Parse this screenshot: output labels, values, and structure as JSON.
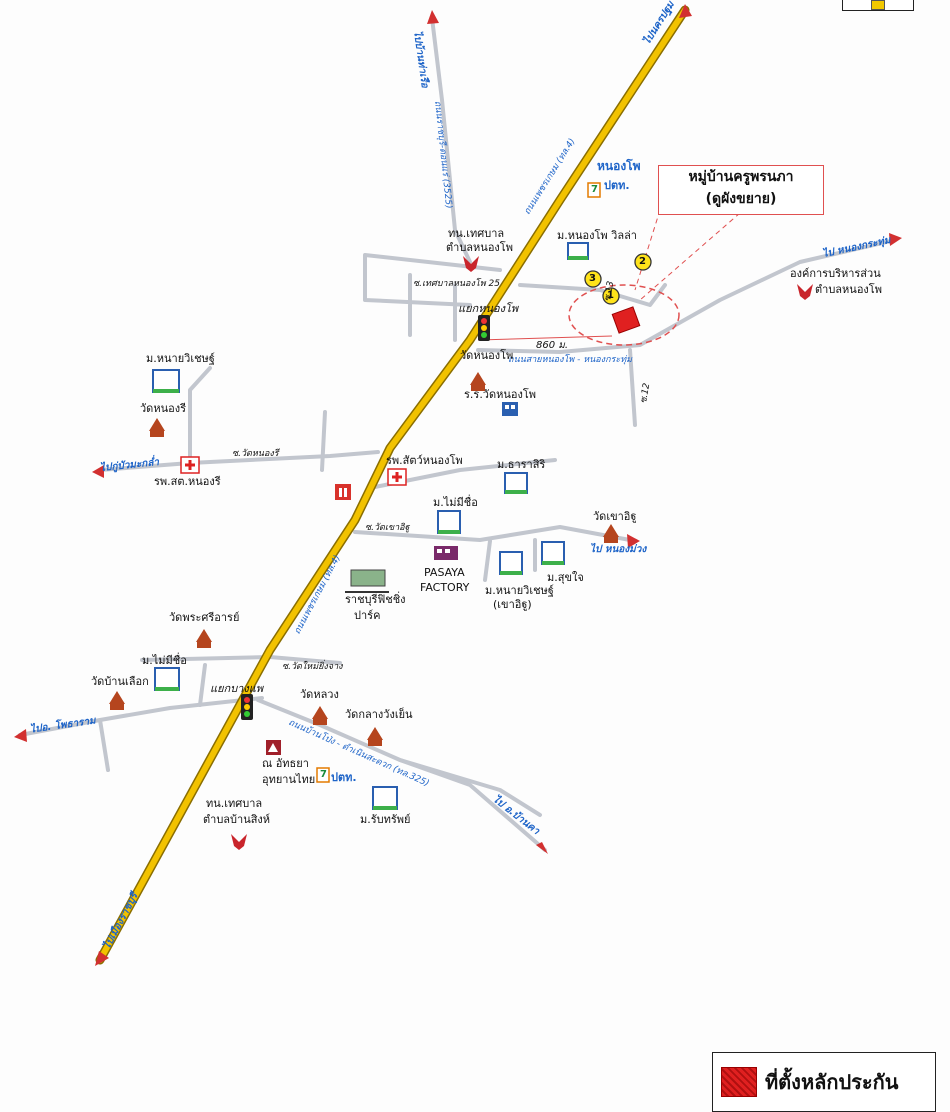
{
  "title": {
    "line1": "หมู่บ้านครูพรนภา",
    "line2": "(ดูผังขยาย)"
  },
  "legend": {
    "label": "ที่ตั้งหลักประกัน"
  },
  "colors": {
    "highway": "#f2c200",
    "road": "#bfc3cc",
    "direction_text": "#1e64c8",
    "site": "#e02020",
    "callout_border": "#e05050"
  },
  "directions": {
    "nakhon_pathom": "ไปนครปฐม",
    "ban_tha_ruea": "ไปบ้านท่าเรือ",
    "nong_krathum": "ไป หนองกระทุ่ม",
    "ku_bua_tha_kham": "ไปกู่บัวมะกล่ำ",
    "nong_muang": "ไป หนองม่วง",
    "photharam": "ไปอ. โพธาราม",
    "ban_kha": "ไป อ.บ้านคา",
    "ratchaburi": "ไปเมืองราชบุรี"
  },
  "road_names": {
    "phetkasem_upper": "ถนนเพชรเกษม (ทล.4)",
    "phetkasem_lower": "ถนนเพชรเกษม (ทล.4)",
    "road_3525": "ถนนราชบุรี-ดอนแร่ (3525)",
    "nong_pho_nong_krathum": "ถนนสายหนองโพ - หนองกระทุ่ม",
    "ban_pong_325": "ถนนบ้านโป่ง - ดำเนินสะดวก (ทล.325)"
  },
  "sois": {
    "s13": "ซ.13",
    "s12": "ซ.12",
    "s25": "ซ.เทศบาลหนองโพ 25",
    "wat_nong_ri": "ซ.วัดหนองรี",
    "wat_khao_itsi": "ซ.วัดเขาอิฐู",
    "wat_mai_ning": "ซ.วัดใหม่ยิ่งจาง"
  },
  "distance": "860 ม.",
  "site_markers": [
    "1",
    "2",
    "3"
  ],
  "places": {
    "nong_pho_brand": "หนองโพ",
    "ptt_upper": "ปตท.",
    "ptt_lower": "ปตท.",
    "seven_upper": "7",
    "seven_lower": "7",
    "moo_nong_pho_villa": "ม.หนองโพ วิลล่า",
    "tessaban_nong_pho_1": "ทน.เทศบาล",
    "tessaban_nong_pho_2": "ตำบลหนองโพ",
    "obt_1": "องค์การบริหารส่วน",
    "obt_2": "ตำบลหนองโพ",
    "yaek_nong_pho": "แยกหนองโพ",
    "wat_nong_pho": "วัดหนองโพ",
    "school_wat_nong_pho": "ร.ร.วัดหนองโพ",
    "moo_nai_wichai": "ม.หนายวิเชษฐ์",
    "wat_nong_ri": "วัดหนองรี",
    "hosp_nong_ri": "รพ.สต.หนองรี",
    "vet_hosp": "รพ.สัตว์หนองโพ",
    "moo_thara": "ม.ธาราสิริ",
    "moo_mai_mi_chue_1": "ม.ไม่มีชื่อ",
    "pasaya_1": "PASAYA",
    "pasaya_2": "FACTORY",
    "wat_khao_itsi": "วัดเขาอิฐู",
    "moo_suk_chai": "ม.สุขใจ",
    "moo_nai_wichai_khao_1": "ม.หนายวิเชษฐ์",
    "moo_nai_wichai_khao_2": "(เขาอิฐู)",
    "ratchaburi_park_1": "ราชบุรีฟิชชิ่ง",
    "ratchaburi_park_2": "ปาร์ค",
    "wat_phra_sri": "วัดพระศรีอารย์",
    "moo_mai_mi_chue_2": "ม.ไม่มีชื่อ",
    "wat_ban_lueak": "วัดบ้านเลือก",
    "yaek_bang_phae": "แยกบางแพ",
    "wat_luang": "วัดหลวง",
    "wat_klang": "วัดกลางวังเย็น",
    "attaya_1": "ณ อัทธยา",
    "attaya_2": "อุทยานไทย",
    "tessaban_ban_sing_1": "ทน.เทศบาล",
    "tessaban_ban_sing_2": "ตำบลบ้านสิงห์",
    "moo_rap_sap": "ม.รับทรัพย์"
  }
}
